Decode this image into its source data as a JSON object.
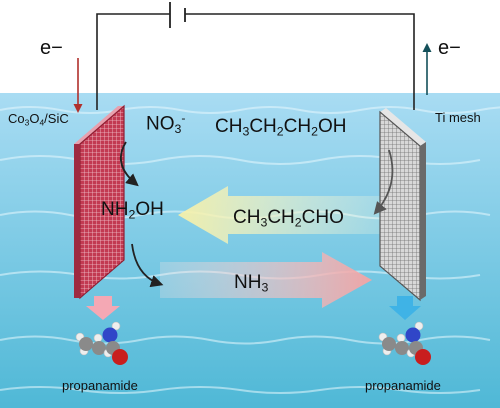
{
  "left_electrode": {
    "electron_label": "e−",
    "material_parts": [
      "Co",
      "3",
      "O",
      "4",
      "/SiC"
    ]
  },
  "right_electrode": {
    "electron_label": "e−",
    "material": "Ti mesh"
  },
  "species": {
    "nitrate_parts": [
      "NO",
      "3",
      "-"
    ],
    "hydroxylamine_parts": [
      "NH",
      "2",
      "OH"
    ],
    "propanol_parts": [
      "CH",
      "3",
      "CH",
      "2",
      "CH",
      "2",
      "OH"
    ],
    "propanal_parts": [
      "CH",
      "3",
      "CH",
      "2",
      "CHO"
    ],
    "ammonia_parts": [
      "NH",
      "3"
    ]
  },
  "products": {
    "left_label": "propanamide",
    "right_label": "propanamide"
  },
  "colors": {
    "water_top": "#a9dcf3",
    "water_bottom": "#4fb8d6",
    "left_electrode": "#c23a52",
    "right_electrode": "#8f8f8f",
    "circuit_wire": "#222222",
    "e_arrow_left": "#b0302c",
    "e_arrow_right": "#14505a",
    "arrow_propanal": "#f6f0a8",
    "arrow_ammonia": "#f4aaaa",
    "arrow_down_left": "#f4a8b4",
    "arrow_down_right": "#3fb3e6",
    "atom_carbon": "#8a8a8a",
    "atom_nitrogen": "#3046c8",
    "atom_oxygen": "#c81e1e",
    "atom_hydrogen": "#eeeeee"
  }
}
